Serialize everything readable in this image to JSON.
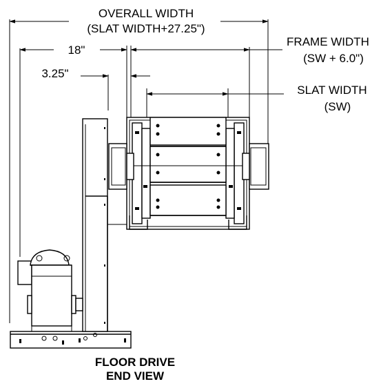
{
  "dimensions": {
    "overall_width": {
      "line1": "OVERALL WIDTH",
      "line2": "(SLAT WIDTH+27.25\")"
    },
    "left_span": "18\"",
    "offset": "3.25\"",
    "frame_width": {
      "line1": "FRAME WIDTH",
      "line2": "(SW + 6.0\")"
    },
    "slat_width": {
      "line1": "SLAT WIDTH",
      "line2": "(SW)"
    }
  },
  "caption": {
    "line1": "FLOOR DRIVE",
    "line2": "END VIEW"
  }
}
